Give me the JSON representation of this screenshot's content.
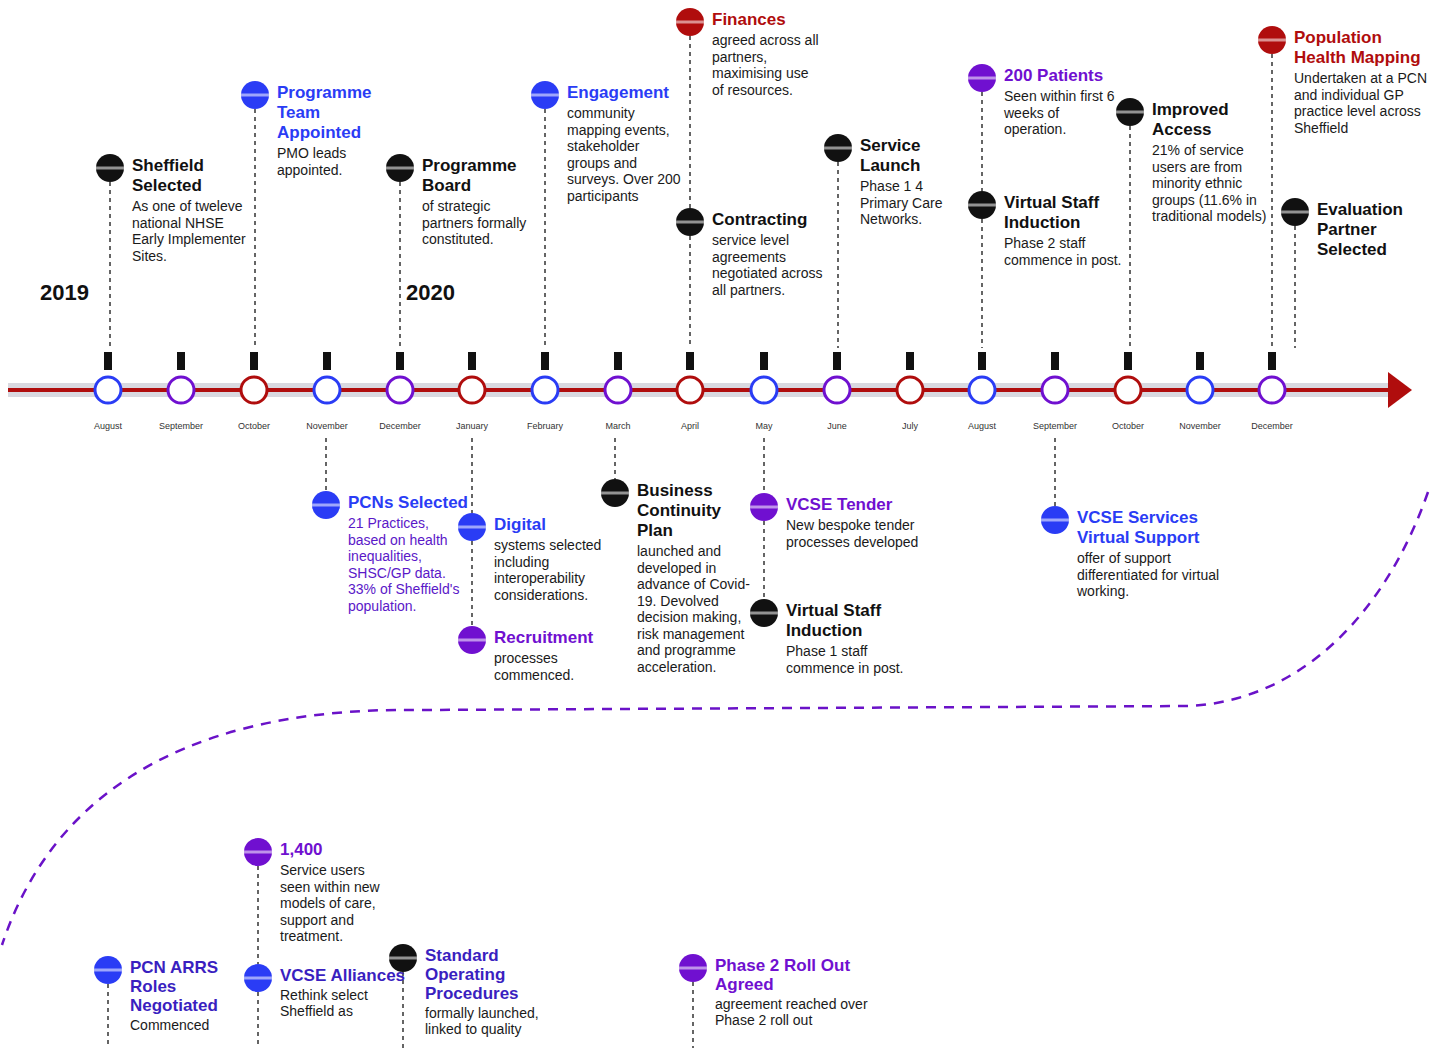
{
  "diagram": {
    "nodes": [
      {
        "text": [
          "Sheffield Selected",
          "As one of tweleve national NHSE Early Implementer Sites."
        ]
      },
      {
        "text": [
          "Programme Team Appointed",
          "PMO leads appointed."
        ]
      },
      {
        "text": [
          "PCNs Selected",
          "21 Practices, based on health inequalities, SHSC/GP data. 33% of Sheffield's population."
        ]
      },
      {
        "text": [
          "Programme Board",
          "of strategic partners formally constituted."
        ]
      },
      {
        "text": [
          "Digital",
          "systems selected including interoperability considerations."
        ]
      },
      {
        "text": [
          "Recruitment",
          "processes commenced."
        ]
      },
      {
        "text": [
          "Engagement",
          "community mapping events, stakeholder groups and surveys. Over 200 participants"
        ]
      },
      {
        "text": [
          "Business Continuity Plan",
          "launched and developed in advance of Covid-19. Devolved decision making, risk management and programme acceleration."
        ]
      },
      {
        "text": [
          "Finances",
          "agreed across all partners, maximising use of resources."
        ]
      },
      {
        "text": [
          "Contracting",
          "service level agreements negotiated across all partners."
        ]
      },
      {
        "text": [
          "VCSE Tender",
          "New bespoke tender processes developed"
        ]
      },
      {
        "text": [
          "Virtual Staff Induction",
          "Phase 1 staff commence in post."
        ]
      },
      {
        "text": [
          "Service Launch",
          "Phase 1 4 Primary Care Networks."
        ]
      },
      {
        "text": [
          "200 Patients",
          "Seen within first 6 weeks of operation."
        ]
      },
      {
        "text": [
          "Virtual Staff Induction",
          "Phase 2 staff commence in post."
        ]
      },
      {
        "text": [
          "VCSE Services Virtual Support",
          "offer of support differentiated for virtual working."
        ]
      },
      {
        "text": [
          "Improved Access",
          "21% of service users are from minority ethnic groups (11.6% in traditional models)"
        ]
      },
      {
        "text": [
          "Population Health Mapping",
          "Undertaken at a PCN and individual GP practice level across Sheffield"
        ]
      },
      {
        "text": [
          "Evaluation Partner Selected"
        ]
      },
      {
        "text": [
          "1,400",
          "Service users seen within new models of care, support and treatment."
        ]
      },
      {
        "text": [
          "PCN ARRS Roles Negotiated",
          "Commenced"
        ]
      },
      {
        "text": [
          "VCSE Alliances",
          "Rethink select Sheffield as"
        ]
      },
      {
        "text": [
          "Standard Operating Procedures",
          "formally launched, linked to quality"
        ]
      },
      {
        "text": [
          "Phase 2 Roll Out Agreed",
          "agreement reached over Phase 2 roll out"
        ]
      }
    ],
    "labels": [
      "2019",
      "2020",
      "August",
      "September",
      "October",
      "November",
      "December",
      "January",
      "February",
      "March",
      "April",
      "May",
      "June",
      "July",
      "August",
      "September",
      "October",
      "November",
      "December"
    ]
  }
}
